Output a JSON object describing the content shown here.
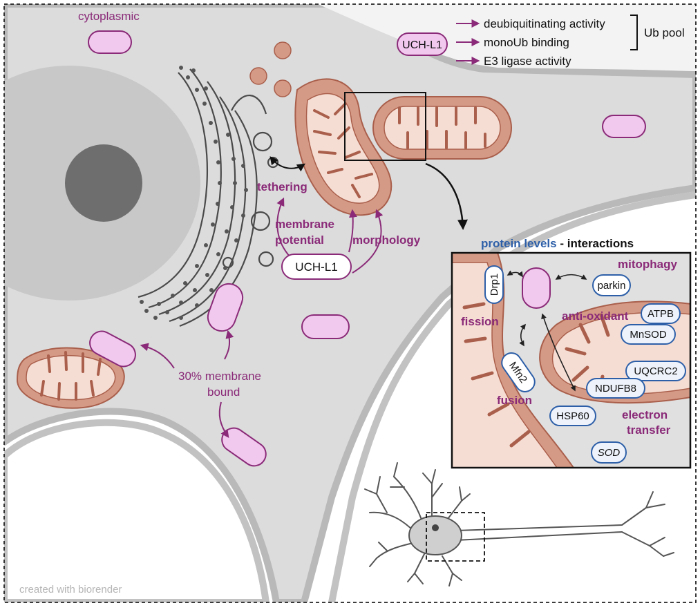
{
  "labels": {
    "cytoplasmic": "cytoplasmic",
    "uchl1_top": "UCH-L1",
    "deubiquitinating": "deubiquitinating activity",
    "monoub": "monoUb binding",
    "e3ligase": "E3 ligase activity",
    "ubpool": "Ub pool",
    "tethering": "tethering",
    "membrane_potential_1": "membrane",
    "membrane_potential_2": "potential",
    "morphology": "morphology",
    "uchl1_center": "UCH-L1",
    "membrane_bound_1": "30% membrane",
    "membrane_bound_2": "bound",
    "protein_levels": "protein levels",
    "interactions": " - interactions",
    "created_with": "created with biorender"
  },
  "inset": {
    "mitophagy": "mitophagy",
    "fission": "fission",
    "fusion": "fusion",
    "anti_oxidant": "anti-oxidant",
    "electron_1": "electron",
    "electron_2": "transfer",
    "proteins": {
      "drp1": "Drp1",
      "parkin": "parkin",
      "atpb": "ATPB",
      "mnsod": "MnSOD",
      "mfn2": "Mfn2",
      "uqcrc2": "UQCRC2",
      "ndufb8": "NDUFB8",
      "hsp60": "HSP60",
      "sod": "SOD"
    }
  },
  "colors": {
    "cell_fill": "#dcdcdc",
    "cell_edge": "#b9b9b9",
    "nucleus": "#c8c8c8",
    "nucleolus": "#6e6e6e",
    "mito_outer": "#d59a86",
    "mito_inner": "#f6ddd3",
    "mito_edge": "#a95f4b",
    "uchl1_fill": "#f2c9ee",
    "uchl1_edge": "#8a2a78",
    "protein_blue": "#2d5fa8",
    "accent_purple": "#8a2a78"
  }
}
